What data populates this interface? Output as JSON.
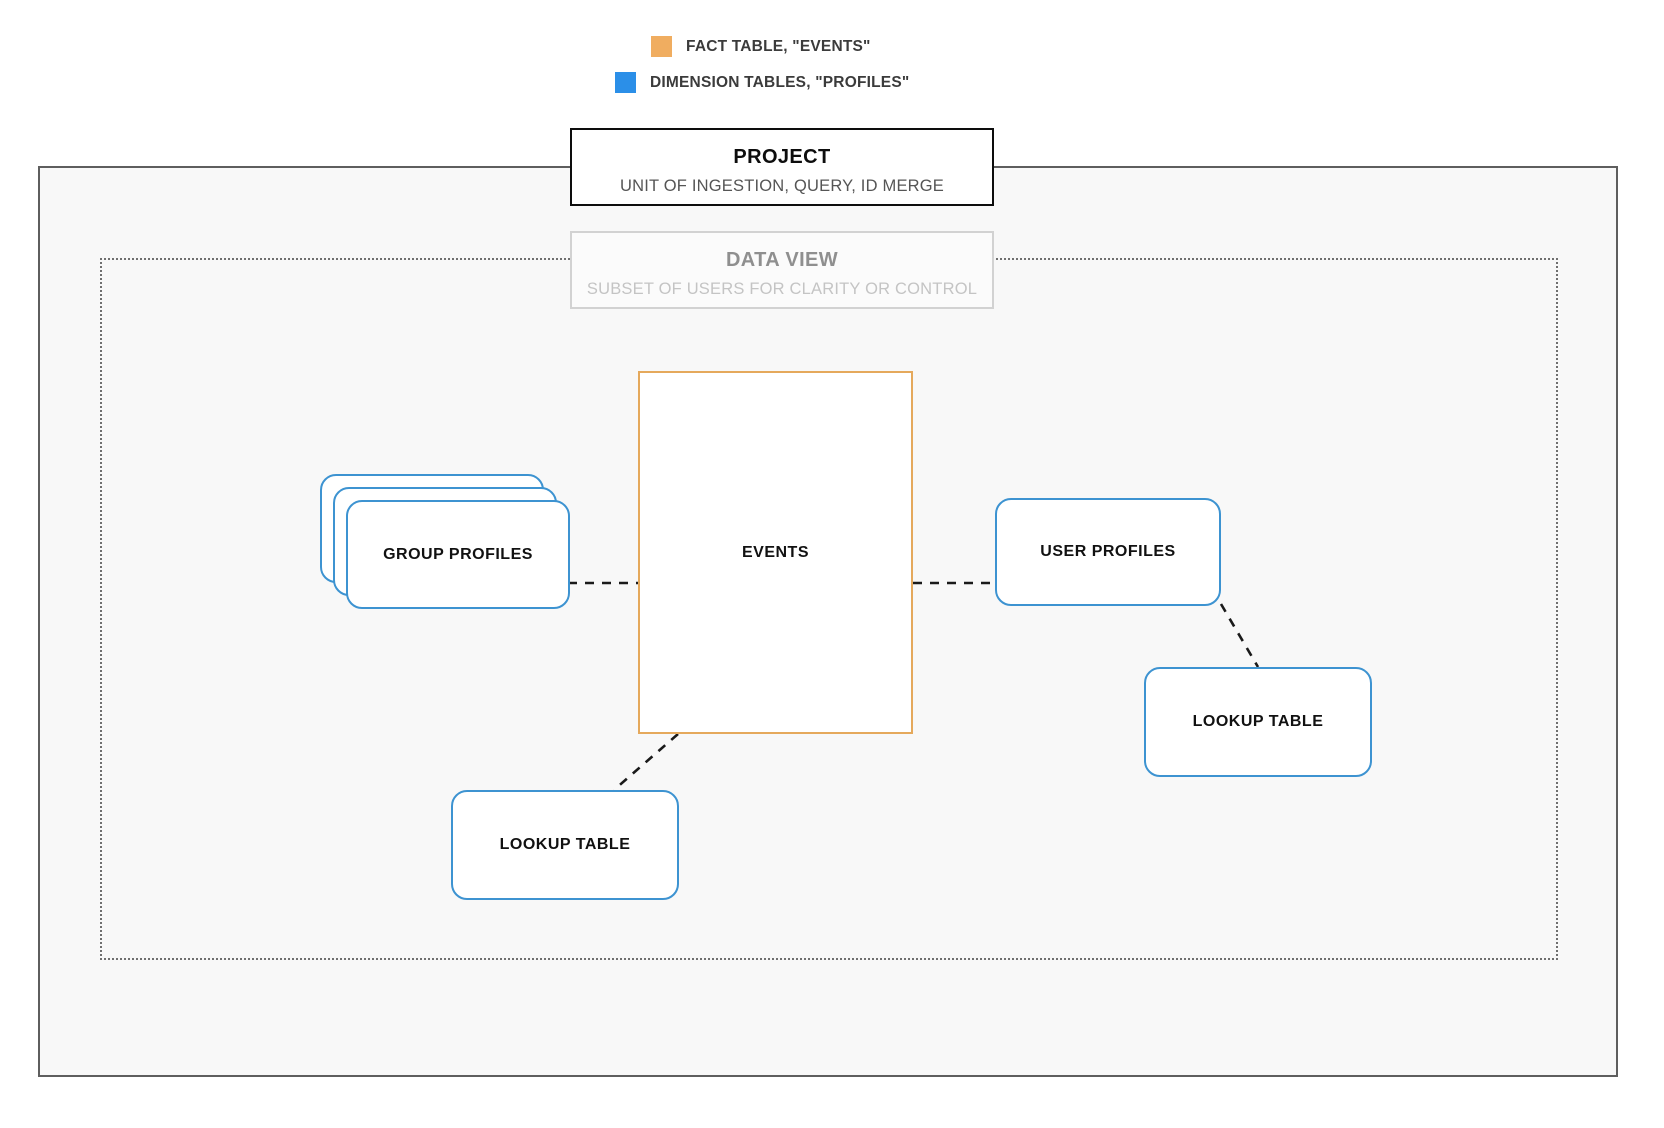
{
  "legend": {
    "items": [
      {
        "label": "FACT TABLE, \"EVENTS\"",
        "color": "#f0ad60",
        "icon": "square-swatch-orange"
      },
      {
        "label": "DIMENSION TABLES, \"PROFILES\"",
        "color": "#2b8fe8",
        "icon": "square-swatch-blue"
      }
    ]
  },
  "containers": {
    "project": {
      "title": "PROJECT",
      "subtitle": "UNIT OF INGESTION, QUERY, ID MERGE",
      "border_color": "#0d0d0d"
    },
    "data_view": {
      "title": "DATA VIEW",
      "subtitle": "SUBSET OF USERS FOR CLARITY OR CONTROL",
      "border_color": "#d2d2d2"
    }
  },
  "entities": {
    "events": {
      "label": "EVENTS",
      "type": "fact-table",
      "color": "#e5a95c"
    },
    "group_profiles": {
      "label": "GROUP PROFILES",
      "type": "dimension-table",
      "color": "#3d93d1",
      "stack_count": 3
    },
    "user_profiles": {
      "label": "USER PROFILES",
      "type": "dimension-table",
      "color": "#3d93d1"
    },
    "lookup_table_left": {
      "label": "LOOKUP TABLE",
      "type": "dimension-table",
      "color": "#3d93d1"
    },
    "lookup_table_right": {
      "label": "LOOKUP TABLE",
      "type": "dimension-table",
      "color": "#3d93d1"
    }
  },
  "connectors": [
    {
      "name": "group-profiles-to-events",
      "from": "group_profiles",
      "to": "events",
      "style": "dashed"
    },
    {
      "name": "events-to-user-profiles",
      "from": "events",
      "to": "user_profiles",
      "style": "dashed"
    },
    {
      "name": "events-to-lookup-left",
      "from": "events",
      "to": "lookup_table_left",
      "style": "dashed"
    },
    {
      "name": "user-profiles-to-lookup-right",
      "from": "user_profiles",
      "to": "lookup_table_right",
      "style": "dashed"
    }
  ]
}
